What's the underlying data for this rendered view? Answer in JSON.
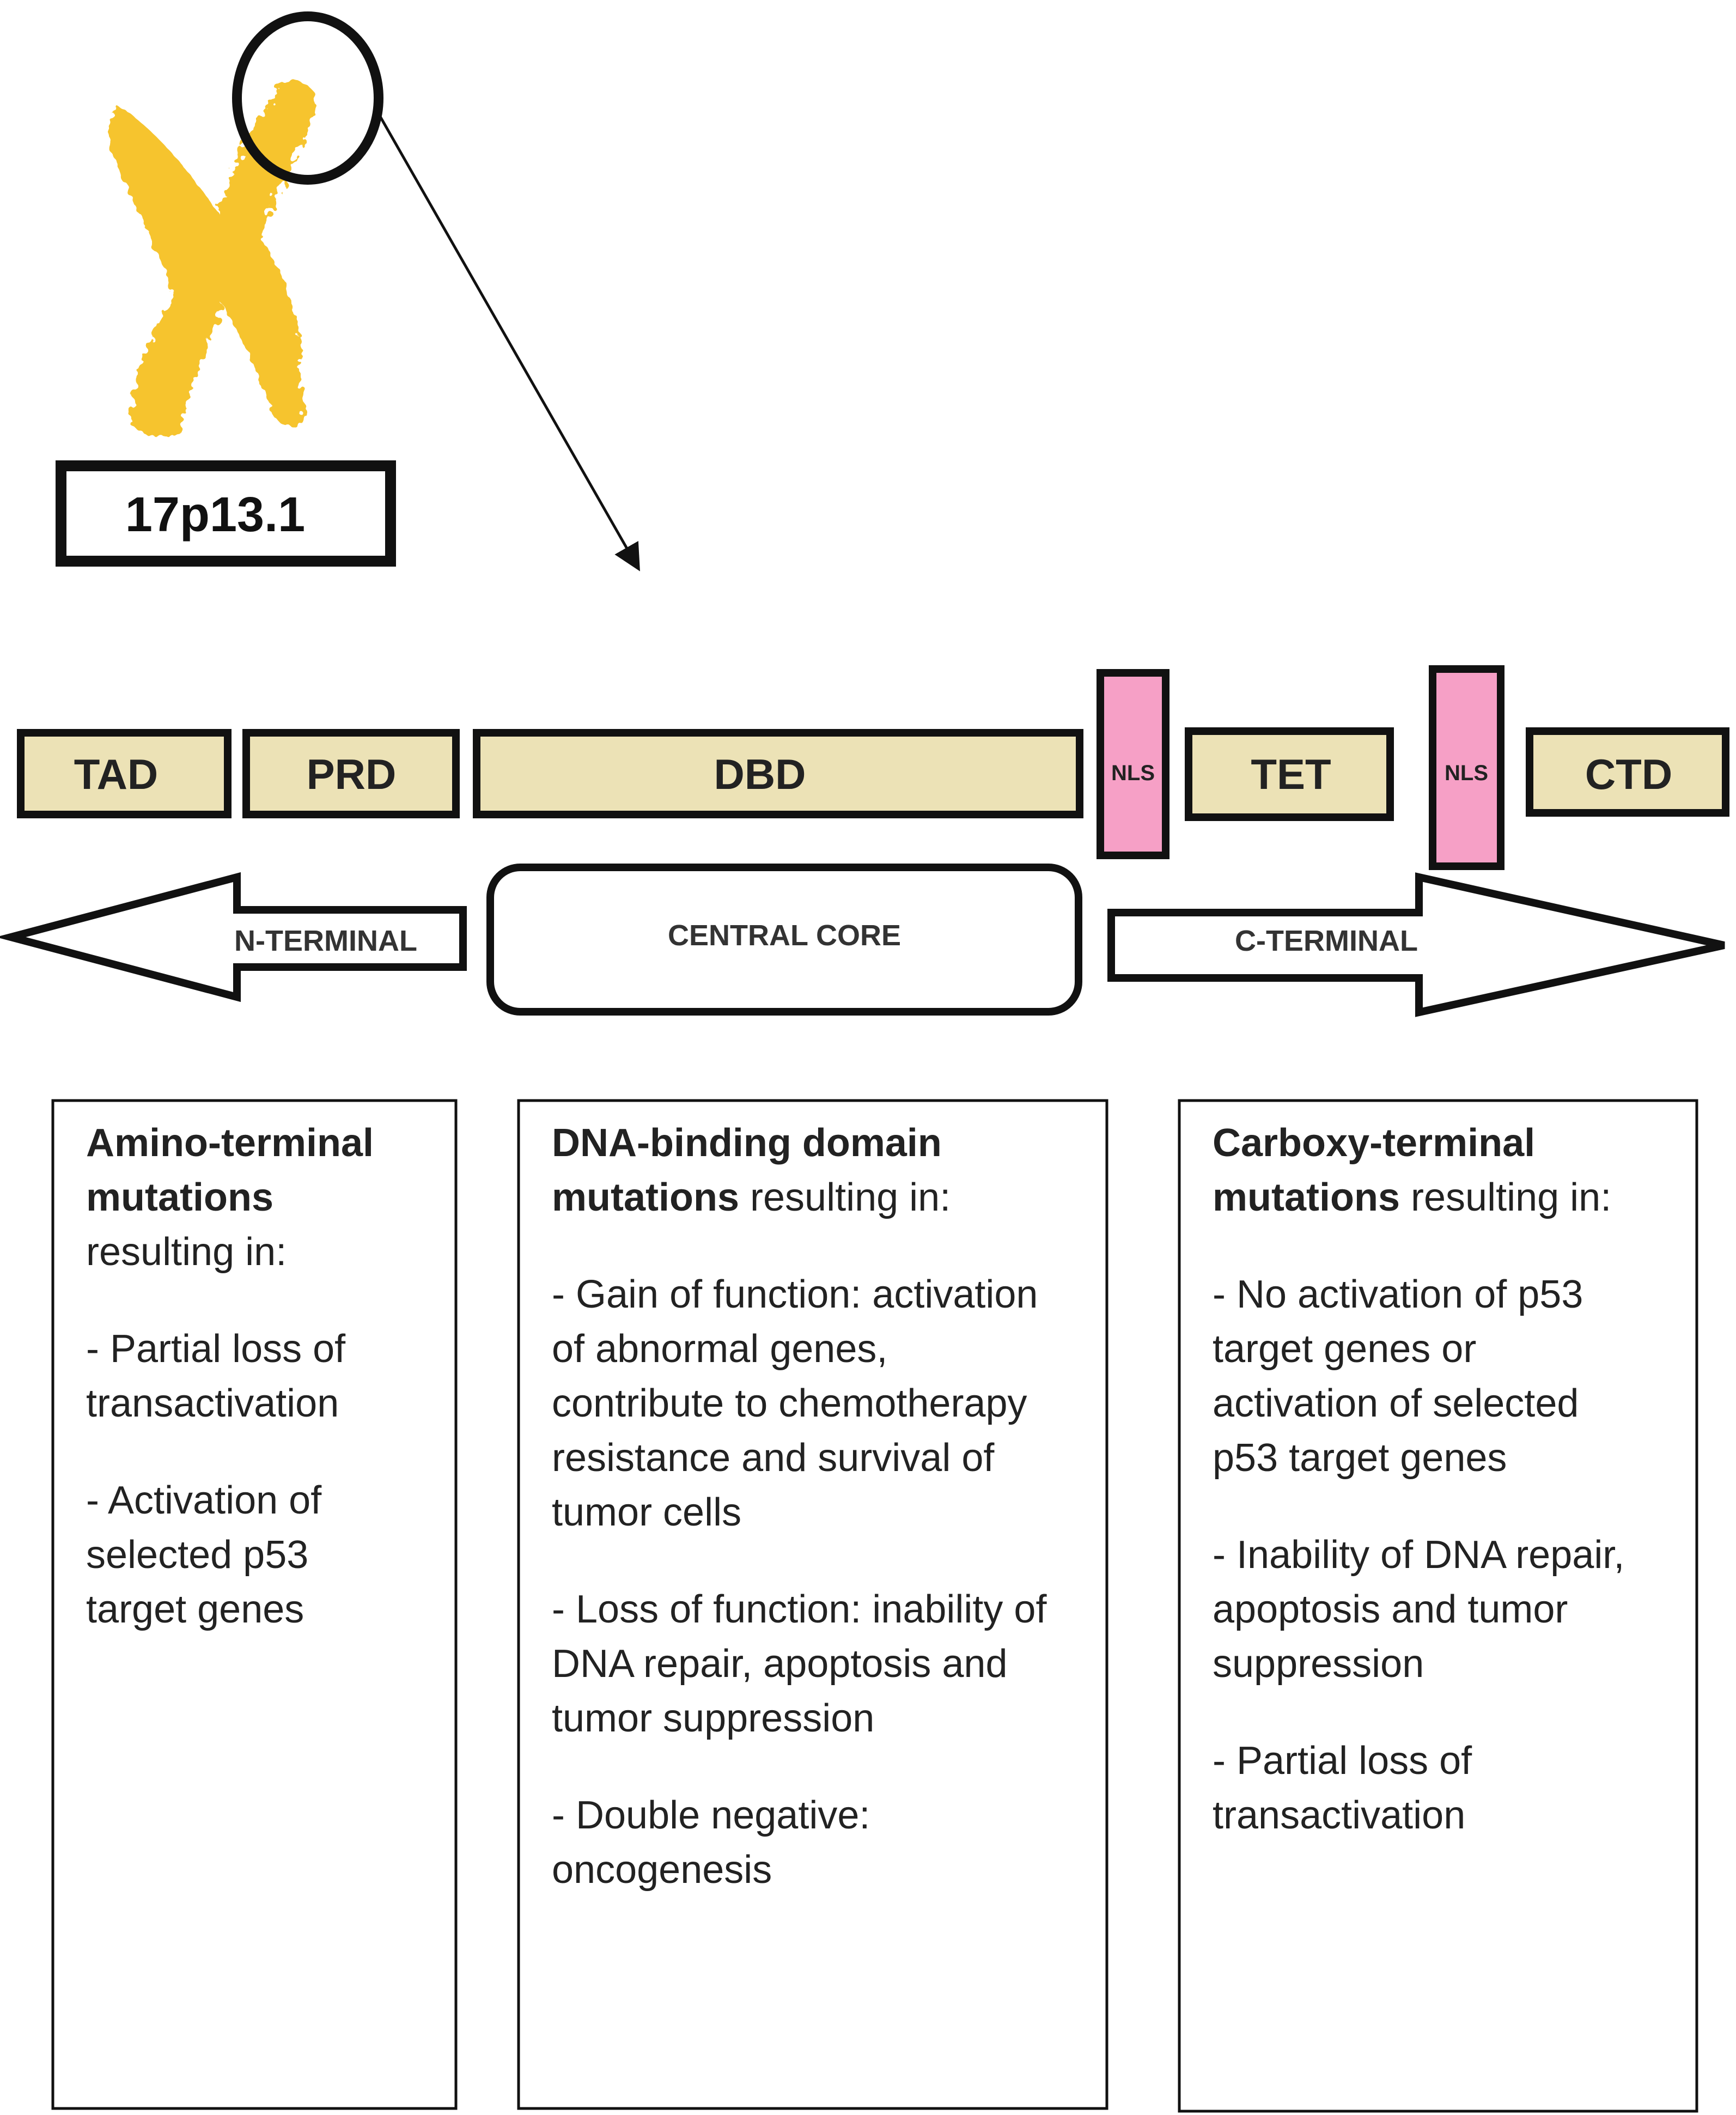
{
  "locus": {
    "label": "17p13.1"
  },
  "colors": {
    "domain_fill": "#ece2b6",
    "nls_fill": "#f6a0c6",
    "chromosome": "#f5be1a",
    "stroke": "#111111"
  },
  "domains": {
    "tad": "TAD",
    "prd": "PRD",
    "dbd": "DBD",
    "nls1": "NLS",
    "tet": "TET",
    "nls2": "NLS",
    "ctd": "CTD"
  },
  "regions": {
    "n_terminal": "N-TERMINAL",
    "central": "CENTRAL CORE",
    "c_terminal": "C-TERMINAL"
  },
  "boxes": {
    "amino": {
      "lines": [
        {
          "bold": "Amino-terminal",
          "rest": ""
        },
        {
          "bold": "mutations",
          "rest": ""
        },
        {
          "bold": "",
          "rest": "resulting in:"
        },
        {
          "bold": "",
          "rest": "- Partial loss of"
        },
        {
          "bold": "",
          "rest": "transactivation"
        },
        {
          "bold": "",
          "rest": "- Activation of"
        },
        {
          "bold": "",
          "rest": "selected p53"
        },
        {
          "bold": "",
          "rest": "target genes"
        }
      ]
    },
    "dna": {
      "lines": [
        {
          "bold": "DNA-binding domain",
          "rest": ""
        },
        {
          "bold": "mutations",
          "rest": " resulting in:"
        },
        {
          "bold": "",
          "rest": "- Gain of function: activation"
        },
        {
          "bold": "",
          "rest": "of abnormal genes,"
        },
        {
          "bold": "",
          "rest": "contribute to chemotherapy"
        },
        {
          "bold": "",
          "rest": "resistance and survival of"
        },
        {
          "bold": "",
          "rest": "tumor cells"
        },
        {
          "bold": "",
          "rest": "- Loss of function: inability of"
        },
        {
          "bold": "",
          "rest": "DNA repair, apoptosis and"
        },
        {
          "bold": "",
          "rest": "tumor suppression"
        },
        {
          "bold": "",
          "rest": "- Double negative:"
        },
        {
          "bold": "",
          "rest": "oncogenesis"
        }
      ]
    },
    "carboxy": {
      "lines": [
        {
          "bold": "Carboxy-terminal",
          "rest": ""
        },
        {
          "bold": "mutations",
          "rest": " resulting in:"
        },
        {
          "bold": "",
          "rest": "- No activation of p53"
        },
        {
          "bold": "",
          "rest": "target genes or"
        },
        {
          "bold": "",
          "rest": "activation of selected"
        },
        {
          "bold": "",
          "rest": "p53 target genes"
        },
        {
          "bold": "",
          "rest": "- Inability of DNA repair,"
        },
        {
          "bold": "",
          "rest": "apoptosis and tumor"
        },
        {
          "bold": "",
          "rest": "suppression"
        },
        {
          "bold": "",
          "rest": "- Partial loss of"
        },
        {
          "bold": "",
          "rest": "transactivation"
        }
      ]
    }
  }
}
